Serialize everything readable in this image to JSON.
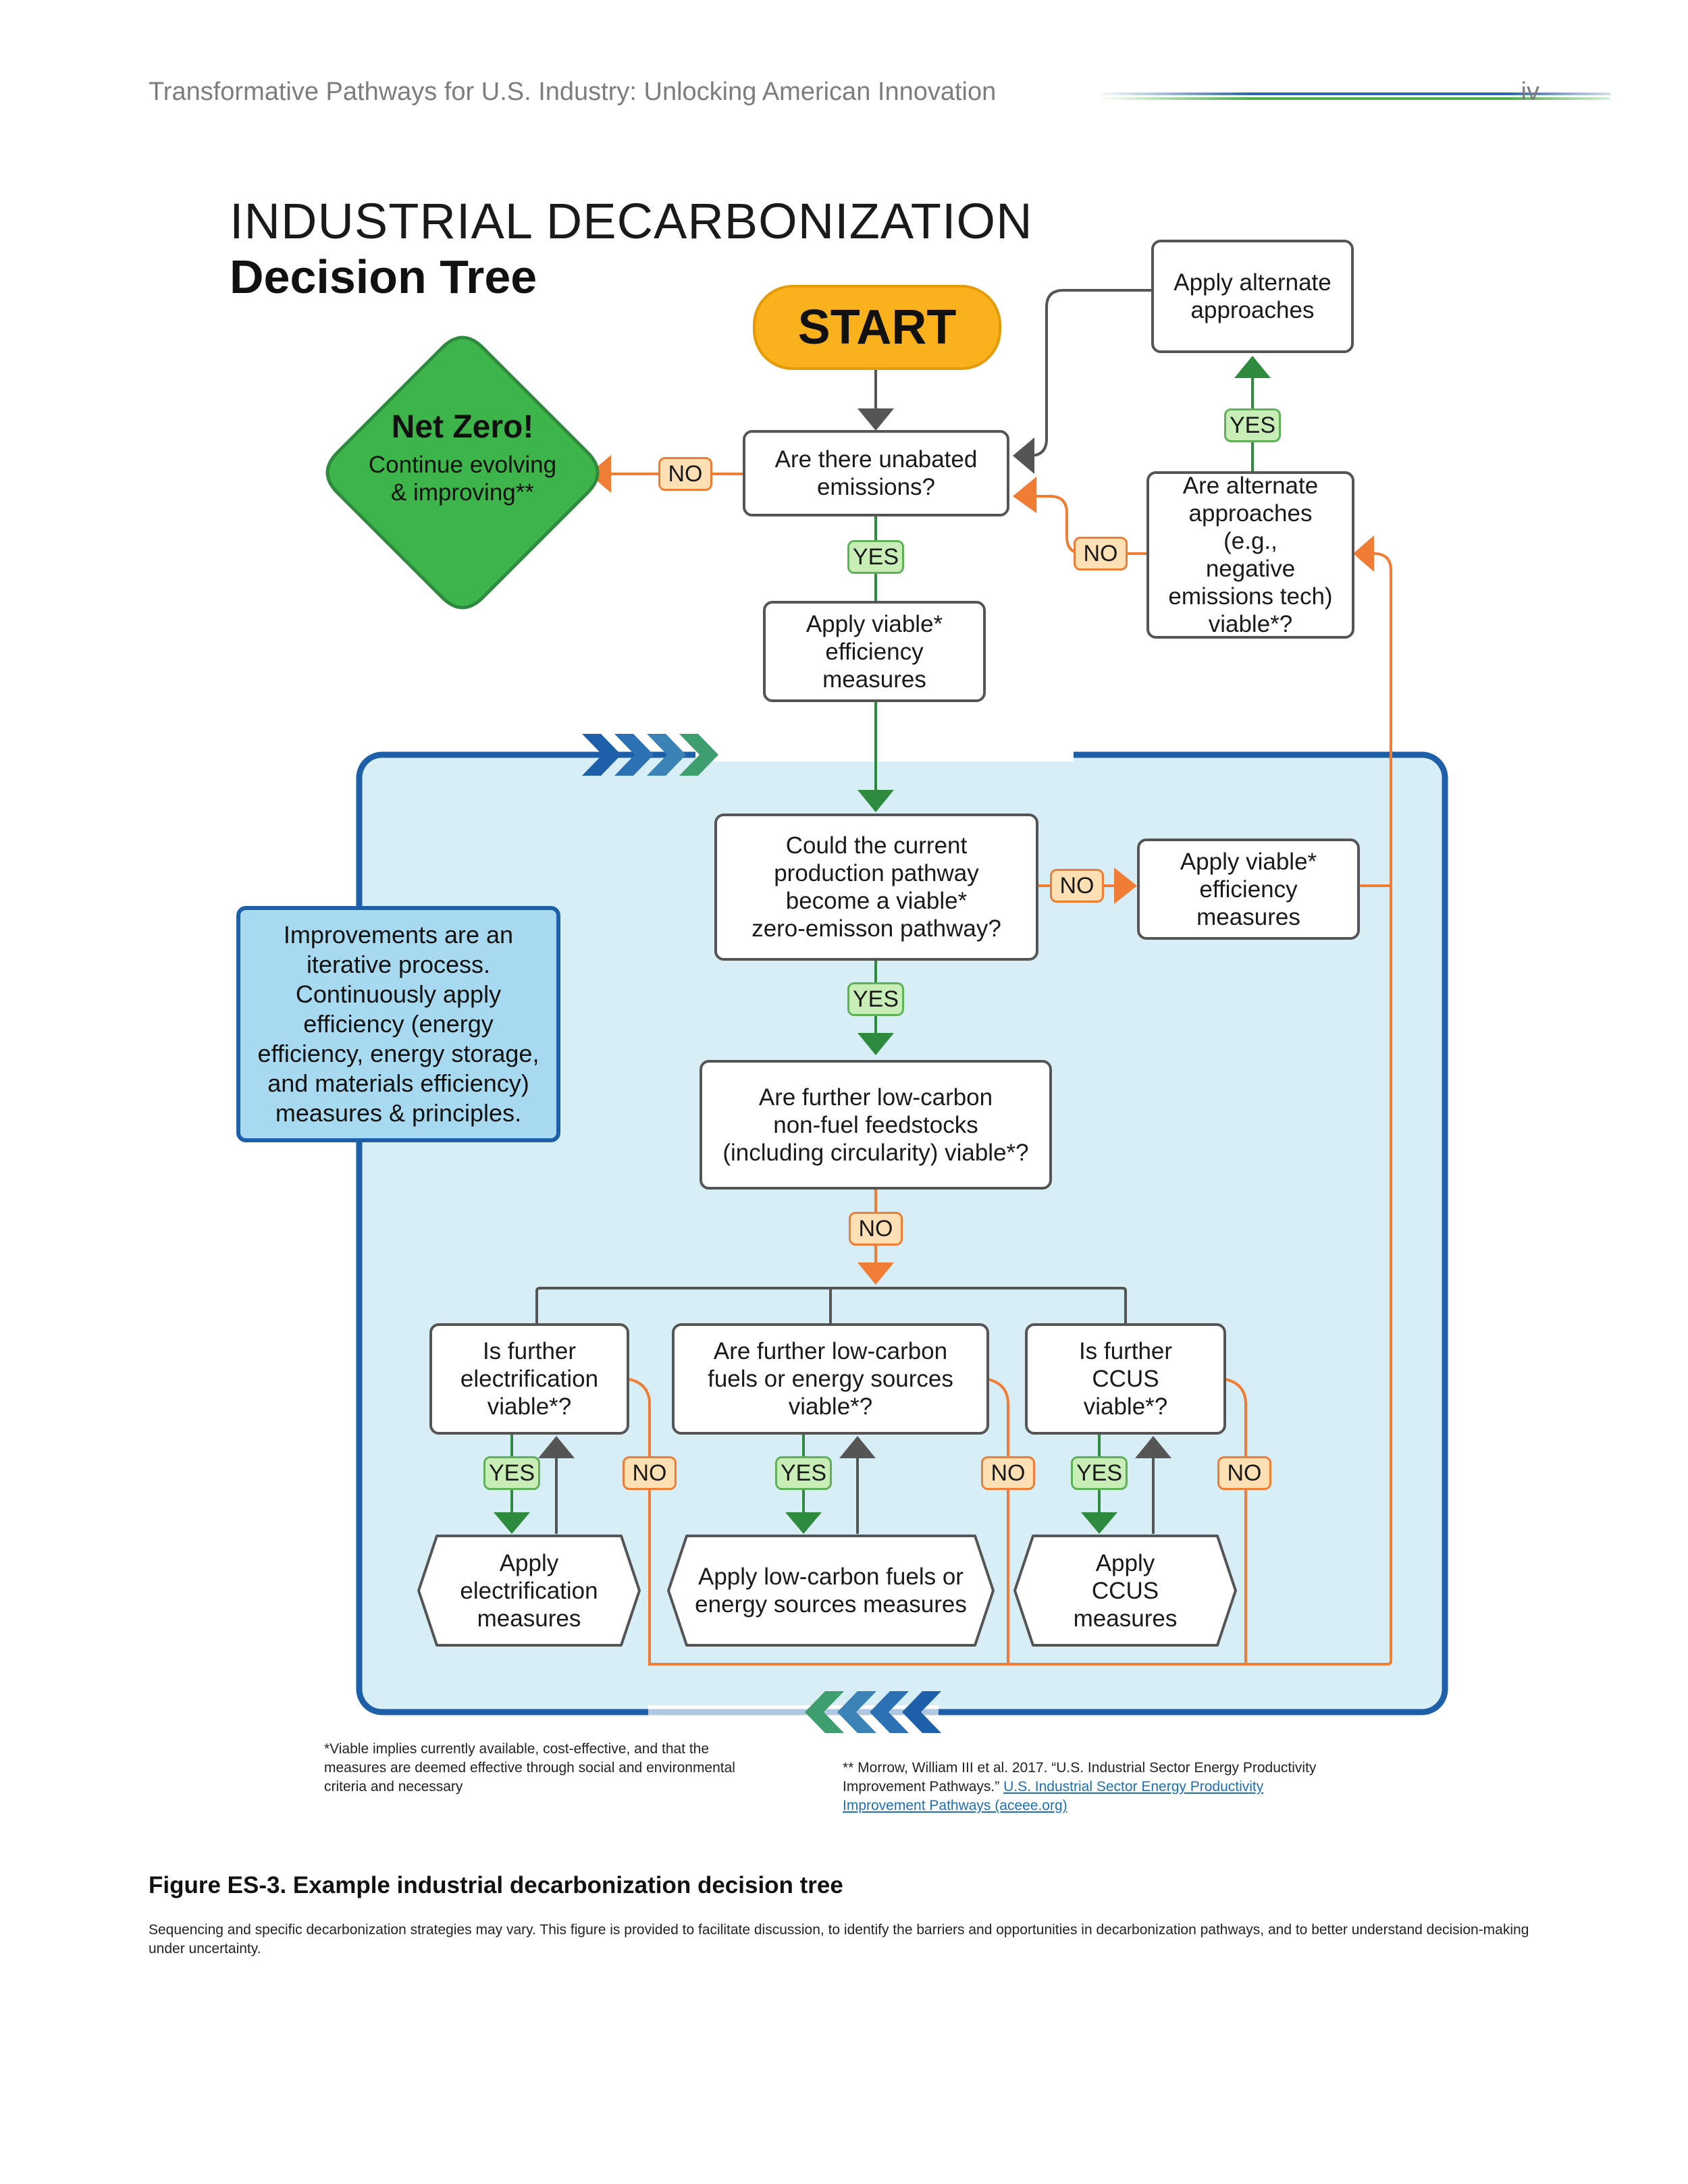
{
  "header": {
    "title": "Transformative Pathways for U.S. Industry: Unlocking American Innovation",
    "page_number": "iv"
  },
  "diagram": {
    "title_line1": "INDUSTRIAL DECARBONIZATION",
    "title_line2": "Decision Tree",
    "start": "START",
    "net_zero": {
      "title": "Net Zero!",
      "subtitle": "Continue evolving\n& improving**"
    },
    "nodes": {
      "unabated": "Are there unabated\nemissions?",
      "efficiency_top": "Apply viable*\nefficiency\nmeasures",
      "alternate_viable": "Are alternate\napproaches (e.g.,\nnegative\nemissions tech)\nviable*?",
      "apply_alternate": "Apply alternate\napproaches",
      "production_pathway": "Could the current\nproduction pathway\nbecome a viable*\nzero-emisson pathway?",
      "efficiency_right": "Apply viable*\nefficiency\nmeasures",
      "feedstocks": "Are further low-carbon\nnon-fuel feedstocks\n(including circularity) viable*?",
      "electrification_q": "Is further\nelectrification\nviable*?",
      "fuels_q": "Are further low-carbon\nfuels or energy sources\nviable*?",
      "ccus_q": "Is further\nCCUS\nviable*?",
      "electrification_apply": "Apply\nelectrification\nmeasures",
      "fuels_apply": "Apply low-carbon fuels or\nenergy sources measures",
      "ccus_apply": "Apply\nCCUS\nmeasures"
    },
    "labels": {
      "yes": "YES",
      "no": "NO"
    },
    "side_note": "Improvements are an\niterative process.\nContinuously apply\nefficiency (energy\nefficiency, energy storage,\nand materials efficiency)\nmeasures & principles.",
    "footnote_left": "*Viable implies currently available, cost-effective, and that the\nmeasures are deemed effective through social and environmental\ncriteria and necessary",
    "footnote_right_text": "** Morrow, William III et al. 2017. “U.S. Industrial Sector Energy Productivity\nImprovement Pathways.” ",
    "footnote_right_link": "U.S. Industrial Sector Energy Productivity\nImprovement Pathways (aceee.org)",
    "colors": {
      "yes_line": "#2e8b3e",
      "no_line": "#ef7d35",
      "box_border": "#555555",
      "loop_border": "#1d5fa8",
      "loop_fill": "#d7eef6",
      "start_fill": "#f9b21d",
      "net_zero_fill": "#3db54a"
    }
  },
  "caption": {
    "title": "Figure ES-3. Example industrial decarbonization decision tree",
    "text": "Sequencing and specific decarbonization strategies may vary. This figure is provided to facilitate discussion, to identify the barriers and opportunities in decarbonization pathways, and to better understand decision-making under uncertainty."
  }
}
